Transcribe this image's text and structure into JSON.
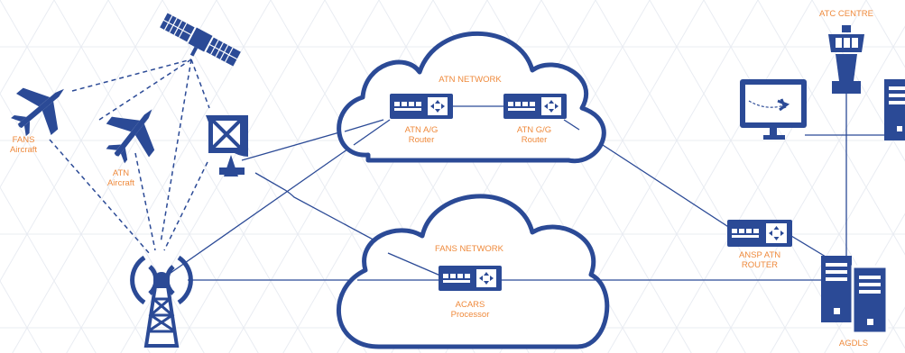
{
  "colors": {
    "primary": "#2b4a96",
    "label": "#ef8a3c",
    "background": "#ffffff",
    "grid": "#e9ecf2"
  },
  "labels": {
    "fans_aircraft": [
      "FANS",
      "Aircraft"
    ],
    "atn_aircraft": [
      "ATN",
      "Aircraft"
    ],
    "atn_network": "ATN NETWORK",
    "atn_ag_router": [
      "ATN A/G",
      "Router"
    ],
    "atn_gg_router": [
      "ATN G/G",
      "Router"
    ],
    "fans_network": "FANS NETWORK",
    "acars_processor": [
      "ACARS",
      "Processor"
    ],
    "atc_centre": "ATC CENTRE",
    "ansp_atn_router": [
      "ANSP ATN",
      "ROUTER"
    ],
    "agdls": "AGDLS"
  },
  "icons": {
    "satellite": "satellite-icon",
    "aircraft": "aircraft-icon",
    "dish": "satellite-dish-icon",
    "vhf_tower": "radio-tower-icon",
    "router": "router-icon",
    "atc_tower": "control-tower-icon",
    "monitor": "radar-monitor-icon",
    "server": "server-icon",
    "cloud": "cloud-icon"
  }
}
